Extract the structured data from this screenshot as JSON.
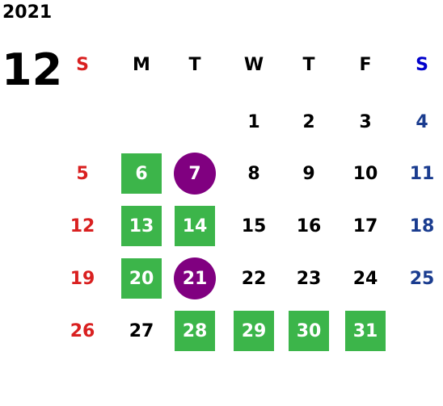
{
  "year": "2021",
  "month": "12",
  "weekdays": [
    "S",
    "M",
    "T",
    "W",
    "T",
    "F",
    "S"
  ],
  "colors": {
    "sunday": "#d92020",
    "saturday_weekday_header": "#0000cc",
    "saturday": "#1a3c8f",
    "green_highlight": "#3cb54a",
    "purple_highlight": "#800080"
  },
  "highlight_legend": {
    "green": "square",
    "purple": "circle"
  },
  "weeks": [
    [
      null,
      null,
      null,
      {
        "d": "1"
      },
      {
        "d": "2"
      },
      {
        "d": "3"
      },
      {
        "d": "4"
      }
    ],
    [
      {
        "d": "5"
      },
      {
        "d": "6",
        "h": "green"
      },
      {
        "d": "7",
        "h": "purple"
      },
      {
        "d": "8"
      },
      {
        "d": "9"
      },
      {
        "d": "10"
      },
      {
        "d": "11"
      }
    ],
    [
      {
        "d": "12"
      },
      {
        "d": "13",
        "h": "green"
      },
      {
        "d": "14",
        "h": "green"
      },
      {
        "d": "15"
      },
      {
        "d": "16"
      },
      {
        "d": "17"
      },
      {
        "d": "18"
      }
    ],
    [
      {
        "d": "19"
      },
      {
        "d": "20",
        "h": "green"
      },
      {
        "d": "21",
        "h": "purple"
      },
      {
        "d": "22"
      },
      {
        "d": "23"
      },
      {
        "d": "24"
      },
      {
        "d": "25"
      }
    ],
    [
      {
        "d": "26"
      },
      {
        "d": "27"
      },
      {
        "d": "28",
        "h": "green"
      },
      {
        "d": "29",
        "h": "green"
      },
      {
        "d": "30",
        "h": "green"
      },
      {
        "d": "31",
        "h": "green"
      },
      null
    ]
  ]
}
